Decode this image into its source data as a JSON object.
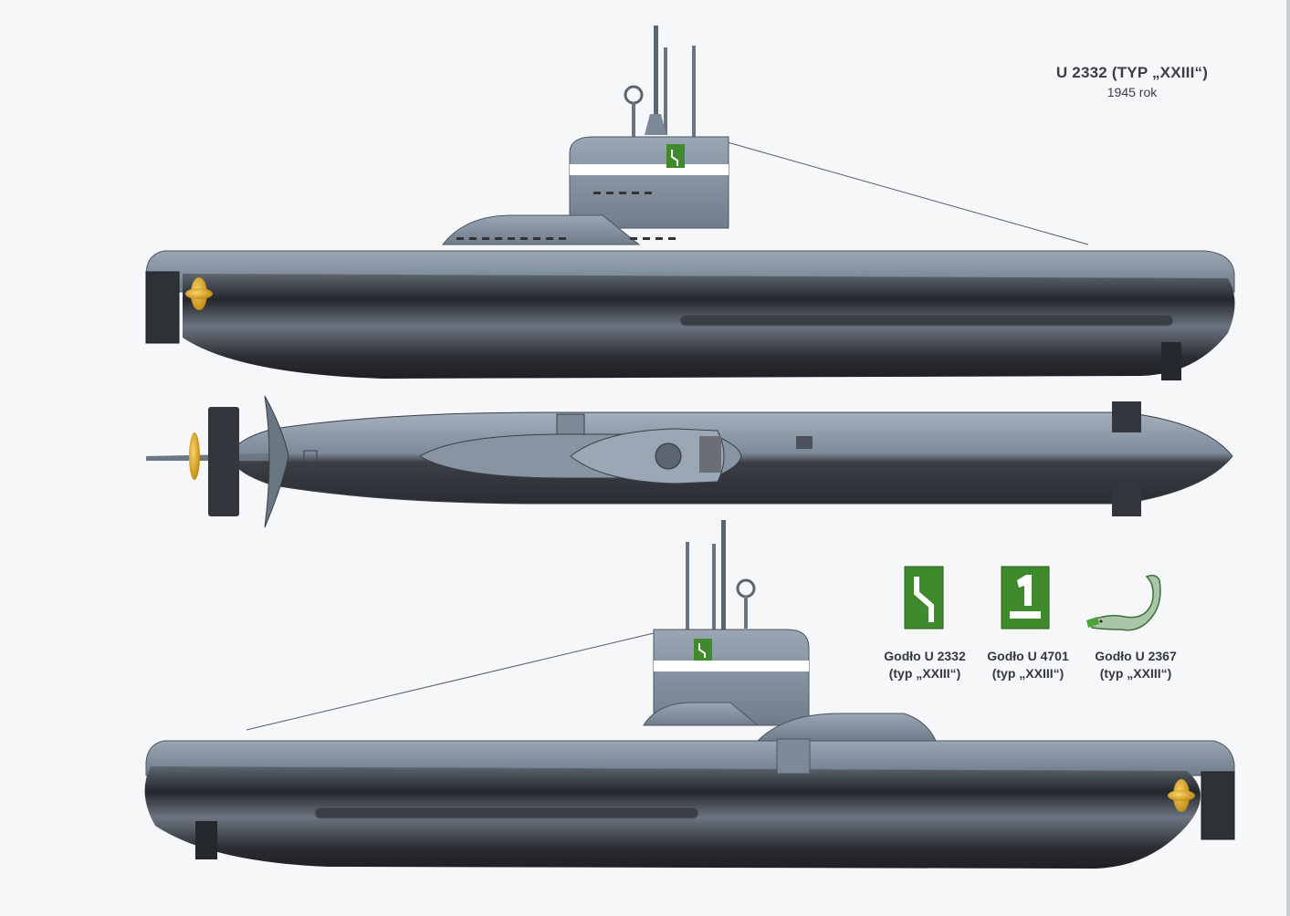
{
  "header": {
    "title": "U 2332 (TYP „XXIII“)",
    "year": "1945 rok"
  },
  "emblems": [
    {
      "name": "Godło U 2332",
      "type": "(typ „XXIII“)",
      "icon": "green-zigzag-emblem-icon"
    },
    {
      "name": "Godło U 4701",
      "type": "(typ „XXIII“)",
      "icon": "green-number-one-emblem-icon"
    },
    {
      "name": "Godło U 2367",
      "type": "(typ „XXIII“)",
      "icon": "sea-serpent-emblem-icon"
    }
  ],
  "colors": {
    "hull_dark": "#2c2e33",
    "hull_grey": "#7f8d9c",
    "tower_band": "#ffffff",
    "emblem_green": "#3f8a2c",
    "propeller": "#e3b02a"
  }
}
